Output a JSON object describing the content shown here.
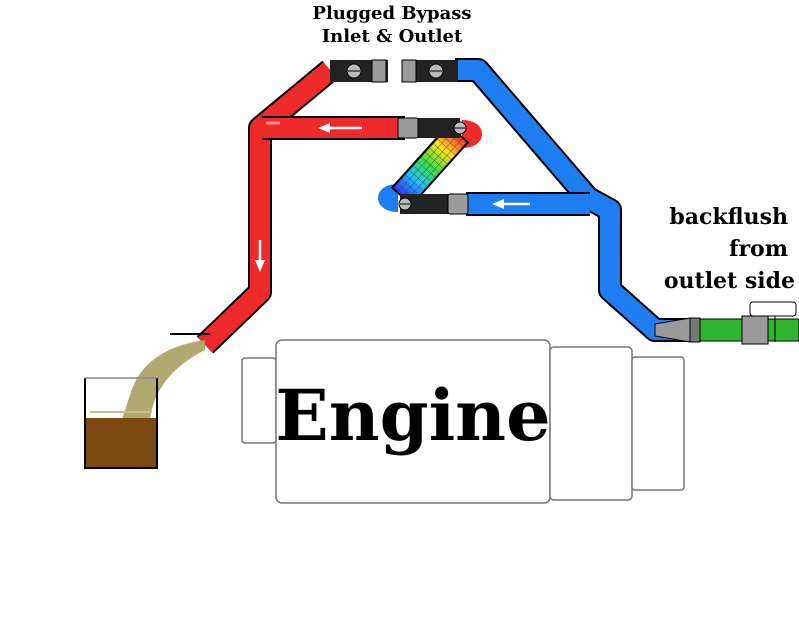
{
  "labels": {
    "bypass_line1": "Plugged Bypass",
    "bypass_line2": "Inlet & Outlet",
    "backflush_line1": "backflush",
    "backflush_line2": "from",
    "backflush_line3": "outlet side",
    "engine": "Engine"
  },
  "colors": {
    "red_hose": "#ee2a2a",
    "blue_hose": "#1e7df0",
    "green_hose": "#2fb52f",
    "fitting": "#222222",
    "clamp": "#9a9a9a",
    "liquid": "#7a4a12",
    "spray": "#a8a060"
  },
  "icons": {
    "flow_arrows": "left-arrow, down-arrow",
    "bucket": "glass-beaker",
    "heater_core": "striped-radiator"
  }
}
